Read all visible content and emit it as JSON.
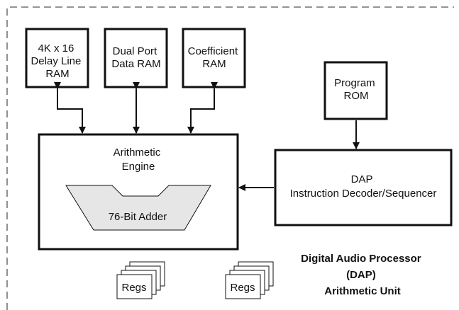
{
  "blocks": {
    "delay_line_ram": [
      "4K x 16",
      "Delay Line",
      "RAM"
    ],
    "dual_port_ram": [
      "Dual Port",
      "Data RAM"
    ],
    "coefficient_ram": [
      "Coefficient",
      "RAM"
    ],
    "program_rom": [
      "Program",
      "ROM"
    ],
    "arithmetic_engine": [
      "Arithmetic",
      "Engine"
    ],
    "adder": "76-Bit Adder",
    "decoder": [
      "DAP",
      "Instruction Decoder/Sequencer"
    ],
    "regs_left": "Regs",
    "regs_right": "Regs"
  },
  "title": [
    "Digital Audio Processor",
    "(DAP)",
    "Arithmetic Unit"
  ],
  "colors": {
    "stroke": "#111111",
    "adder_fill": "#e6e6e6",
    "boundary": "#555555"
  }
}
